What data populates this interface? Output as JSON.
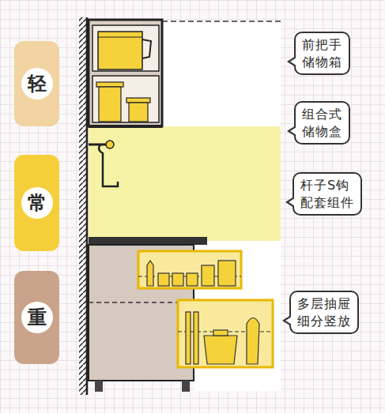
{
  "diagram": {
    "nodes": [
      {
        "text": [
          "轻"
        ]
      },
      {
        "text": [
          "常"
        ]
      },
      {
        "text": [
          "重"
        ]
      },
      {
        "text": [
          "前把手 储物箱"
        ]
      },
      {
        "text": [
          "组合式 储物盒"
        ]
      },
      {
        "text": [
          "杆子S钩 配套组件"
        ]
      },
      {
        "text": [
          "多层抽屉 细分竖放"
        ]
      }
    ]
  }
}
